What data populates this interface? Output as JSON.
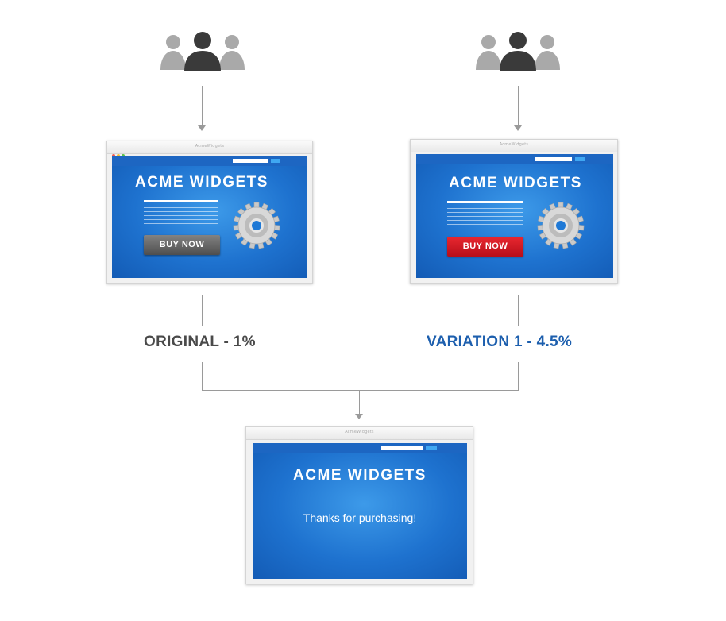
{
  "colors": {
    "connector": "#9a9a9a",
    "original_label": "#4a4a4a",
    "variation_label": "#1d5fae",
    "screen_blue": "#1e72cf",
    "buy_gray": "#6a6a6a",
    "buy_red": "#d11a24"
  },
  "icons": {
    "audience": "user-group-icon",
    "product": "gear-icon",
    "window_controls": "window-controls-icon"
  },
  "original": {
    "browser_title": "AcmeWidgets",
    "site_title": "ACME WIDGETS",
    "button_label": "BUY NOW",
    "result_label": "ORIGINAL - 1%"
  },
  "variation": {
    "browser_title": "AcmeWidgets",
    "site_title": "ACME WIDGETS",
    "button_label": "BUY NOW",
    "result_label": "VARIATION 1 - 4.5%"
  },
  "confirmation": {
    "browser_title": "AcmeWidgets",
    "site_title": "ACME WIDGETS",
    "message": "Thanks for purchasing!"
  }
}
